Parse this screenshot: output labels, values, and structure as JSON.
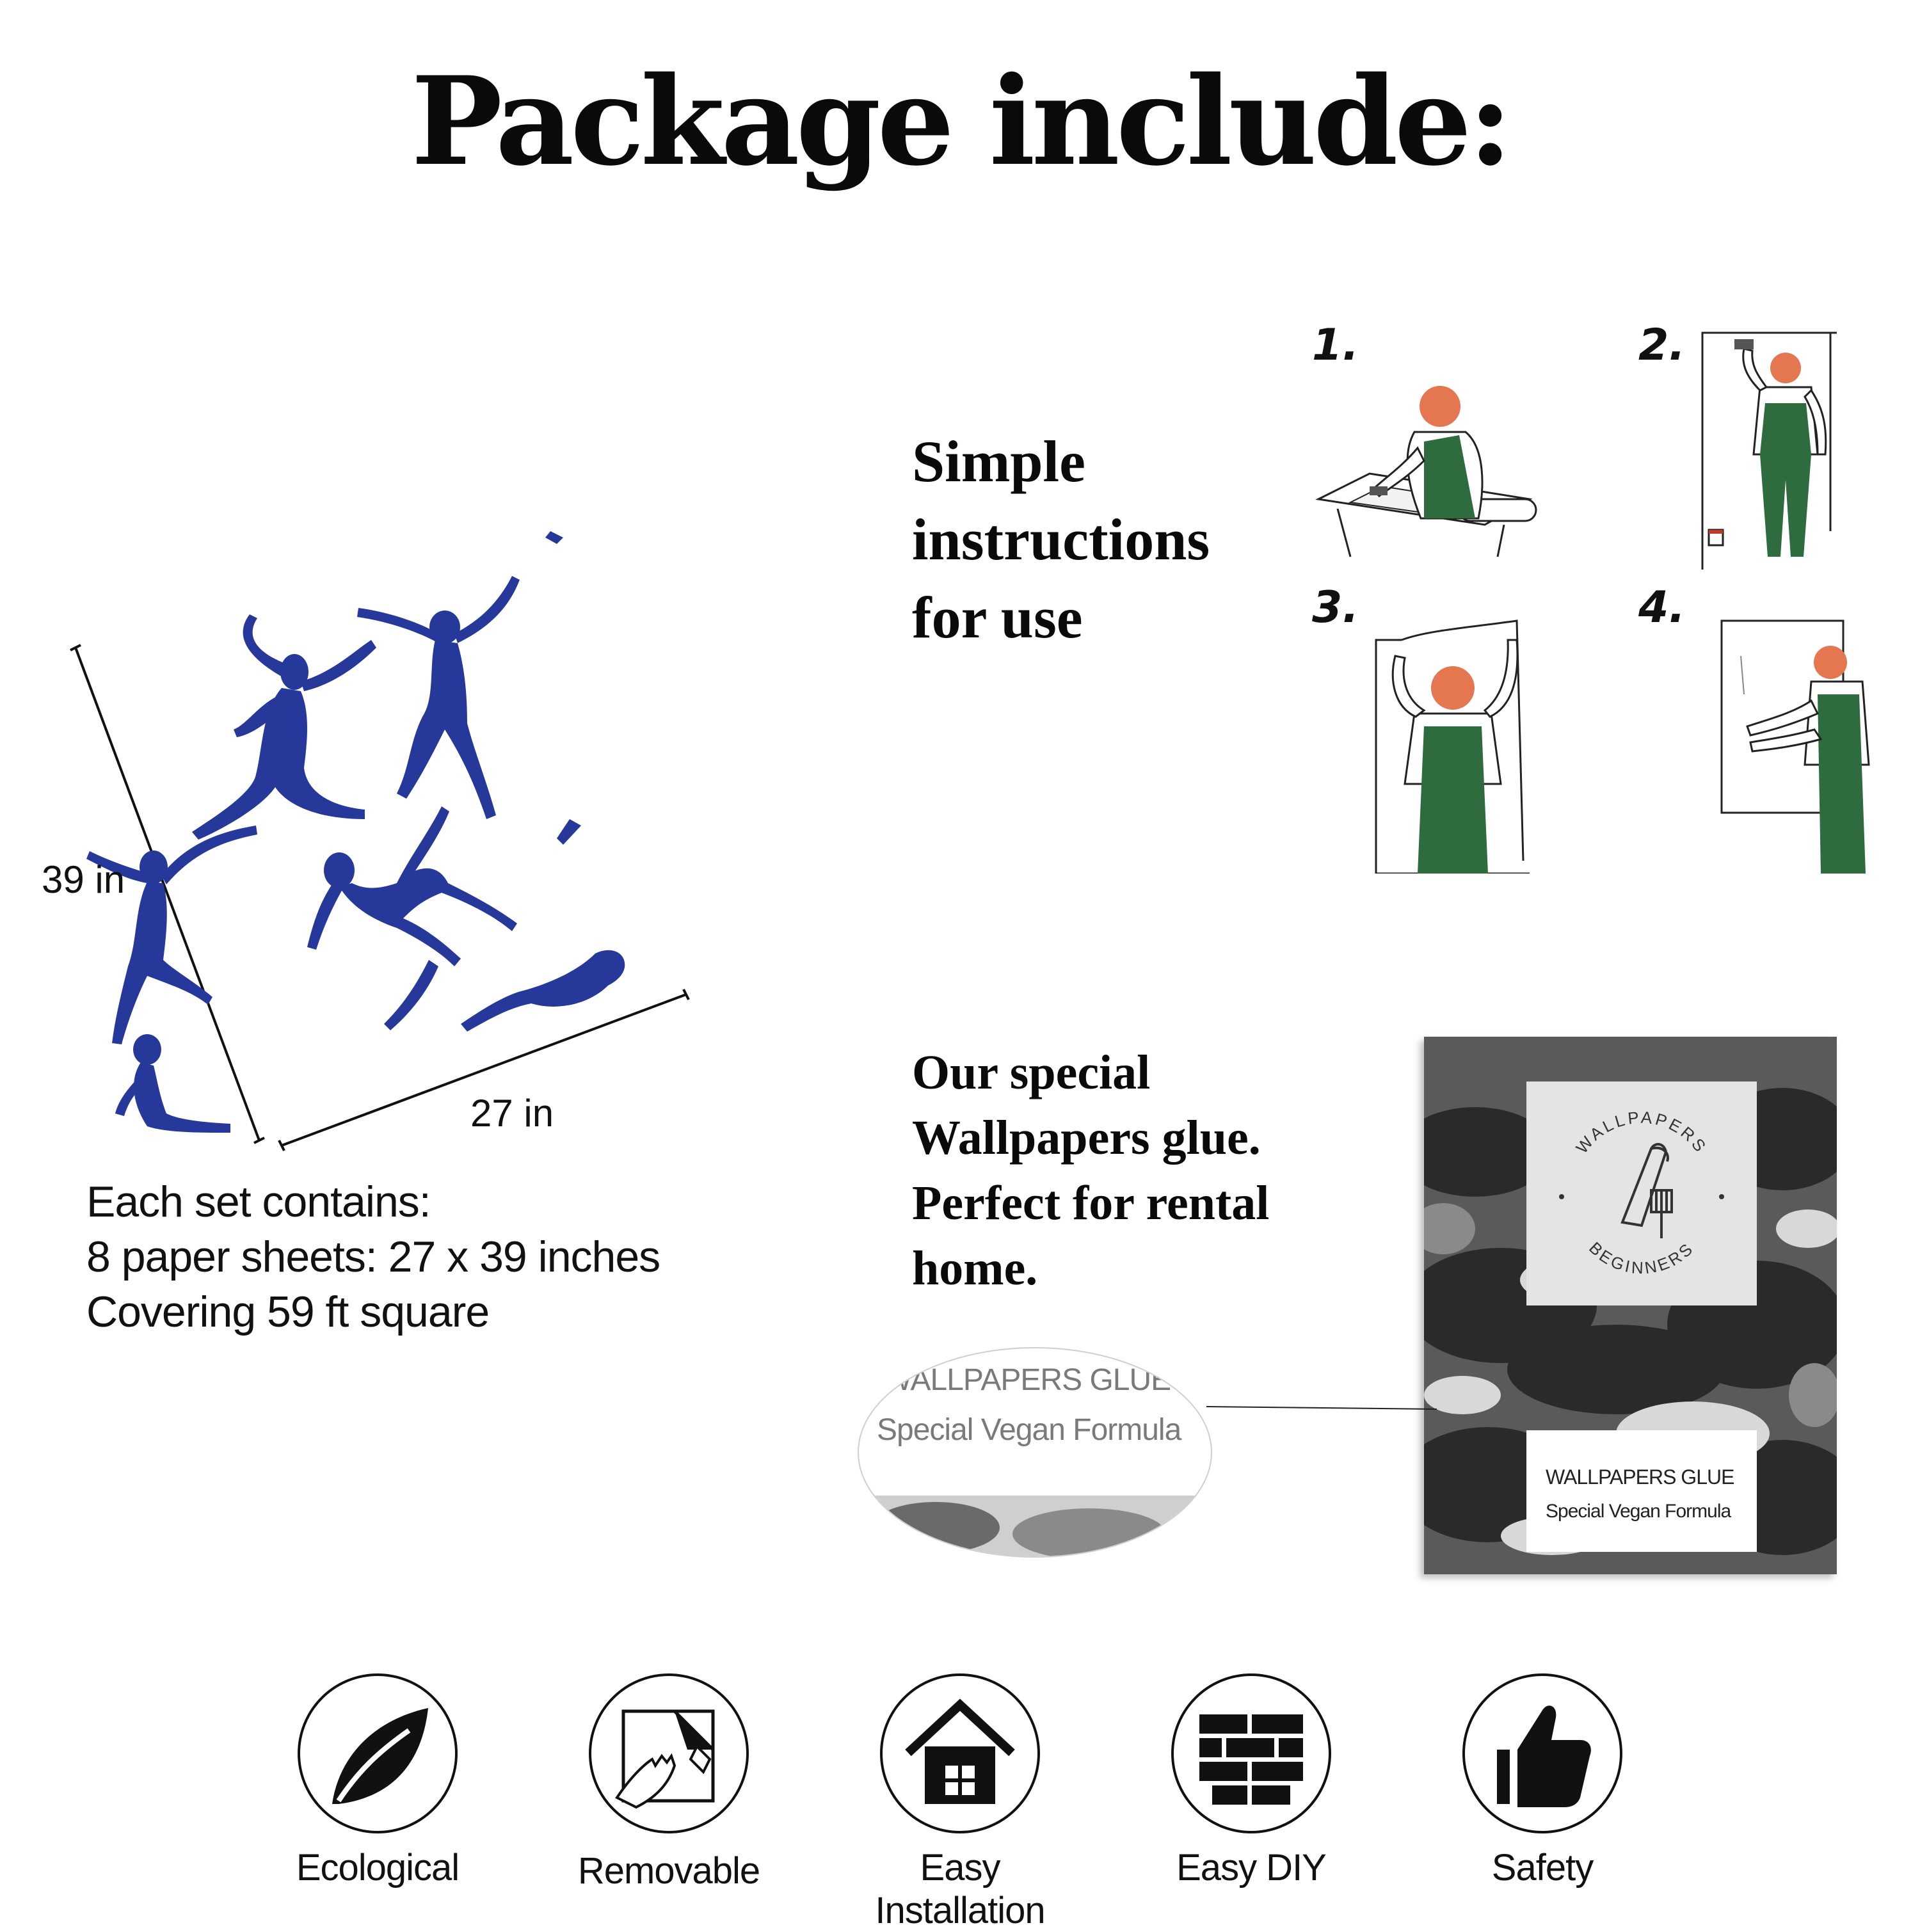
{
  "title": "Package include:",
  "instructions": {
    "lines": [
      "Simple",
      "instructions",
      "for use"
    ],
    "steps": [
      "1.",
      "2.",
      "3.",
      "4."
    ]
  },
  "sheet": {
    "height_label": "39 in",
    "width_label": "27 in",
    "info_lines": [
      "Each set contains:",
      "8 paper sheets: 27 x 39 inches",
      "Covering 59 ft square"
    ],
    "figure_color": "#26399a"
  },
  "glue": {
    "lines": [
      "Our special",
      "Wallpapers glue.",
      "Perfect for rental",
      "home."
    ],
    "brand_top": "WALLPAPERS",
    "brand_bottom": "BEGINNERS",
    "product_name": "WALLPAPERS GLUE",
    "product_sub": "Special Vegan Formula",
    "zoom_name": "WALLPAPERS GLUE",
    "zoom_sub": "Special Vegan Formula"
  },
  "features": [
    {
      "label": "Ecological",
      "icon": "leaf-icon"
    },
    {
      "label": "Removable",
      "icon": "peel-icon"
    },
    {
      "label": "Easy Installation",
      "icon": "house-icon"
    },
    {
      "label": "Easy DIY",
      "icon": "brick-wall-icon"
    },
    {
      "label": "Safety",
      "icon": "thumbs-up-icon"
    }
  ],
  "colors": {
    "overalls": "#2e6b3e",
    "hair": "#e4774f",
    "figures": "#26399a"
  }
}
